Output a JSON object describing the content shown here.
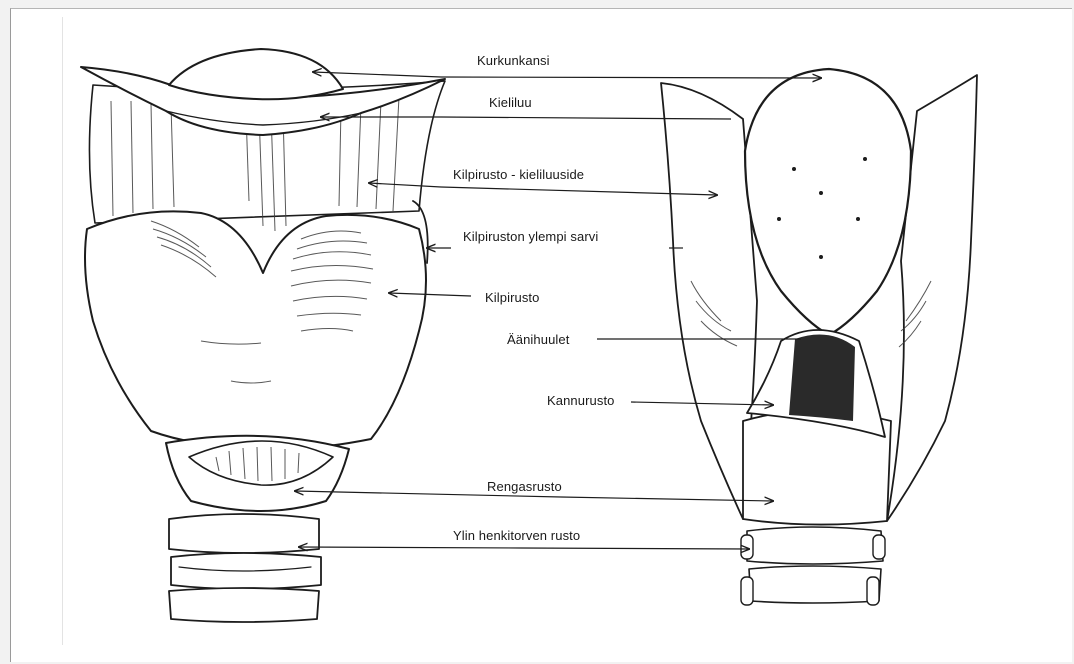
{
  "labels": {
    "kurkunkansi": "Kurkunkansi",
    "kieliluu": "Kieliluu",
    "kilpirusto_kieliluuside": "Kilpirusto - kieliluuside",
    "kilpiruston_ylempi_sarvi": "Kilpiruston ylempi sarvi",
    "kilpirusto": "Kilpirusto",
    "aanihuulet": "Äänihuulet",
    "kannurusto": "Kannurusto",
    "rengasrusto": "Rengasrusto",
    "ylin_henkitorven_rusto": "Ylin henkitorven rusto"
  },
  "colors": {
    "ink": "#1c1c1c",
    "paper": "#ffffff",
    "background": "#f2f2f2"
  }
}
